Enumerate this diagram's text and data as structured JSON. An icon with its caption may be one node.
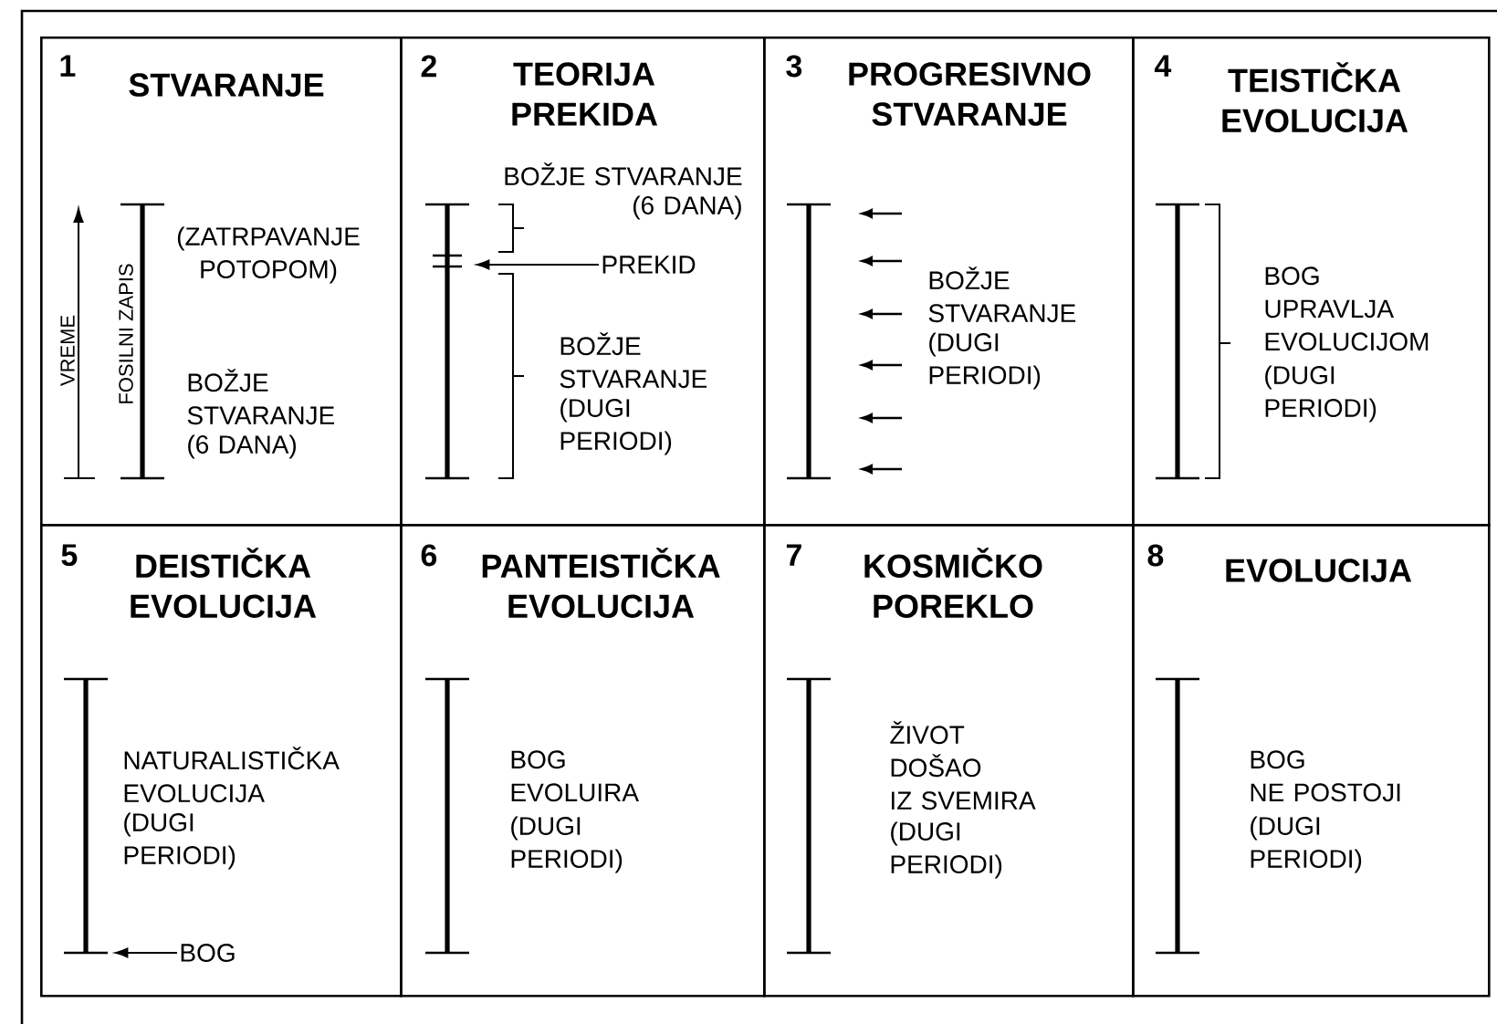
{
  "diagram": {
    "nodes": [
      {
        "text": [
          "1",
          "STVARANJE",
          "VREME",
          "FOSILNI ZAPIS",
          "(ZATRPAVANJE POTOPOM)",
          "BOŽJE STVARANJE",
          "(6 DANA)"
        ]
      },
      {
        "text": [
          "2",
          "TEORIJA PREKIDA",
          "BOŽJE STVARANJE",
          "(6 DANA)",
          "BOŽJE STVARANJE",
          "(DUGI PERIODI)"
        ]
      },
      {
        "text": [],
        "shape": "bar",
        "in": 1
      },
      {
        "text": [
          "PREKID"
        ],
        "in": 1
      },
      {
        "text": [
          "3",
          "PROGRESIVNO STVARANJE",
          "BOŽJE STVARANJE",
          "(DUGI PERIODI)"
        ]
      },
      {
        "text": [
          "4",
          "TEISTIČKA EVOLUCIJA",
          "BOG UPRAVLJA EVOLUCIJOM",
          "(DUGI PERIODI)"
        ]
      },
      {
        "text": [
          "5",
          "DEISTIČKA EVOLUCIJA",
          "NATURALISTIČKA EVOLUCIJA",
          "(DUGI PERIODI)"
        ]
      },
      {
        "text": [],
        "shape": "bar",
        "in": 6
      },
      {
        "text": [
          "BOG"
        ],
        "in": 6
      },
      {
        "text": [
          "6",
          "PANTEISTIČKA EVOLUCIJA",
          "BOG EVOLUIRA",
          "(DUGI PERIODI)"
        ]
      },
      {
        "text": [
          "7",
          "KOSMIČKO POREKLO",
          "ŽIVOT DOŠAO IZ SVEMIRA",
          "(DUGI PERIODI)"
        ]
      },
      {
        "text": [
          "8",
          "EVOLUCIJA",
          "BOG NE POSTOJI",
          "(DUGI PERIODI)"
        ]
      }
    ],
    "edges": [
      {
        "from": 3,
        "to": 2,
        "arrow": "to"
      },
      {
        "from": 8,
        "to": 7,
        "arrow": "to"
      }
    ]
  }
}
